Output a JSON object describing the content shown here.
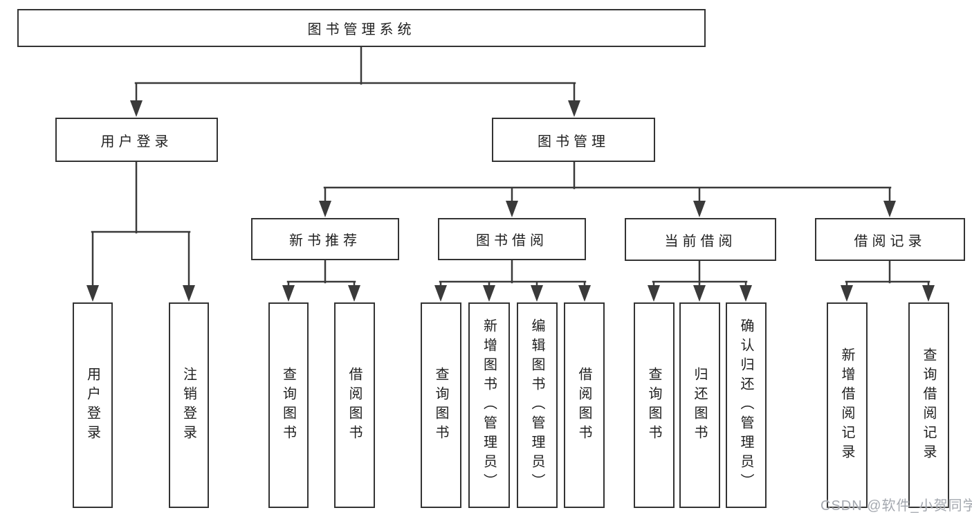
{
  "tree": {
    "label": "图书管理系统",
    "children": [
      {
        "label": "用户登录",
        "children": [
          {
            "label": "用户登录"
          },
          {
            "label": "注销登录"
          }
        ]
      },
      {
        "label": "图书管理",
        "children": [
          {
            "label": "新书推荐",
            "children": [
              {
                "label": "查询图书"
              },
              {
                "label": "借阅图书"
              }
            ]
          },
          {
            "label": "图书借阅",
            "children": [
              {
                "label": "查询图书"
              },
              {
                "label": "新增图书（管理员）"
              },
              {
                "label": "编辑图书（管理员）"
              },
              {
                "label": "借阅图书"
              }
            ]
          },
          {
            "label": "当前借阅",
            "children": [
              {
                "label": "查询图书"
              },
              {
                "label": "归还图书"
              },
              {
                "label": "确认归还（管理员）"
              }
            ]
          },
          {
            "label": "借阅记录",
            "children": [
              {
                "label": "新增借阅记录"
              },
              {
                "label": "查询借阅记录"
              }
            ]
          }
        ]
      }
    ]
  },
  "watermark": {
    "text": "CSDN @软件_小贺同学"
  },
  "colors": {
    "line": "#3a3a3a",
    "box_border": "#333333",
    "text": "#1f1f1f",
    "background": "#ffffff",
    "watermark": "#9ca1a8"
  }
}
